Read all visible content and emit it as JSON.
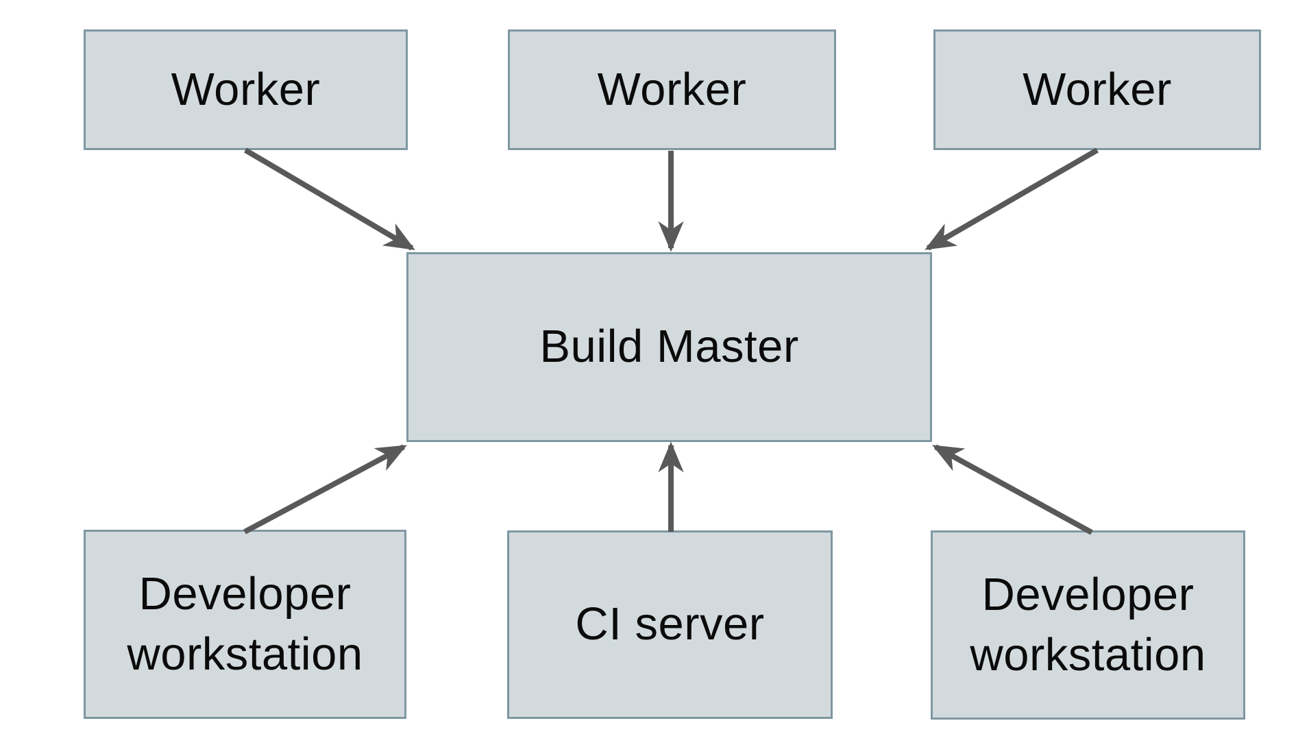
{
  "diagram": {
    "type": "architecture-diagram",
    "nodes": [
      {
        "id": "worker-left",
        "label": "Worker"
      },
      {
        "id": "worker-center",
        "label": "Worker"
      },
      {
        "id": "worker-right",
        "label": "Worker"
      },
      {
        "id": "build-master",
        "label": "Build Master"
      },
      {
        "id": "developer-workstation-left",
        "label": "Developer workstation"
      },
      {
        "id": "ci-server",
        "label": "CI server"
      },
      {
        "id": "developer-workstation-right",
        "label": "Developer workstation"
      }
    ],
    "edges": [
      {
        "from": "worker-left",
        "to": "build-master",
        "arrowhead": "at-build-master"
      },
      {
        "from": "worker-center",
        "to": "build-master",
        "arrowhead": "at-build-master"
      },
      {
        "from": "worker-right",
        "to": "build-master",
        "arrowhead": "at-build-master"
      },
      {
        "from": "developer-workstation-left",
        "to": "build-master",
        "arrowhead": "at-build-master"
      },
      {
        "from": "ci-server",
        "to": "build-master",
        "arrowhead": "at-build-master"
      },
      {
        "from": "developer-workstation-right",
        "to": "build-master",
        "arrowhead": "at-build-master"
      }
    ],
    "colors": {
      "background": "#ffffff",
      "node_fill": "#d2dadd",
      "node_border": "#7f97a1",
      "arrow": "#595959",
      "text": "#0b0b0b"
    }
  }
}
